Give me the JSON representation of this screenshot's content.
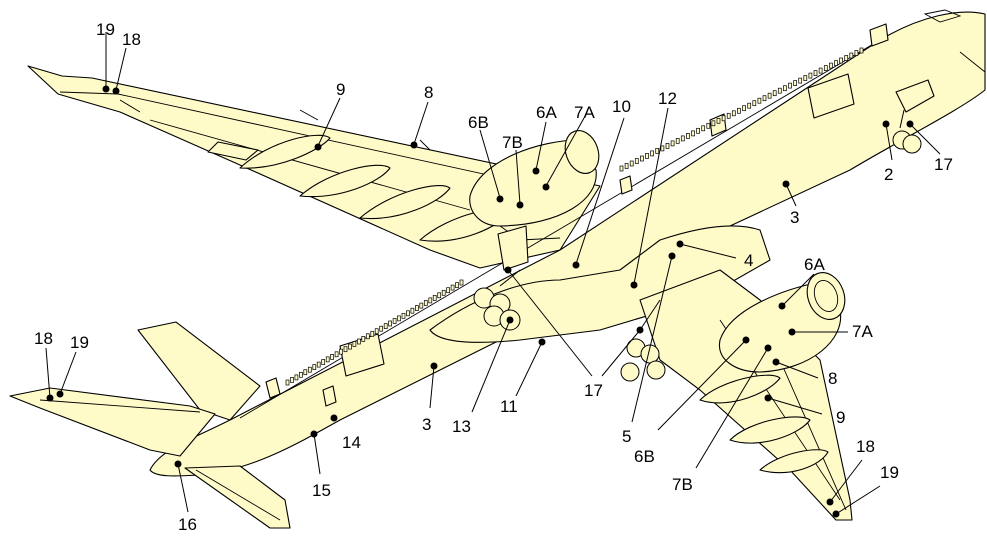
{
  "diagram": {
    "callouts": [
      "19",
      "18",
      "9",
      "8",
      "6B",
      "7B",
      "6A",
      "7A",
      "10",
      "12",
      "2",
      "17",
      "3",
      "4",
      "6A",
      "7A",
      "8",
      "9",
      "18",
      "19",
      "18",
      "19",
      "13",
      "11",
      "17",
      "5",
      "6B",
      "7B",
      "3",
      "14",
      "15",
      "16"
    ]
  },
  "colors": {
    "fill": "#fffbc9",
    "outline": "#000000"
  }
}
